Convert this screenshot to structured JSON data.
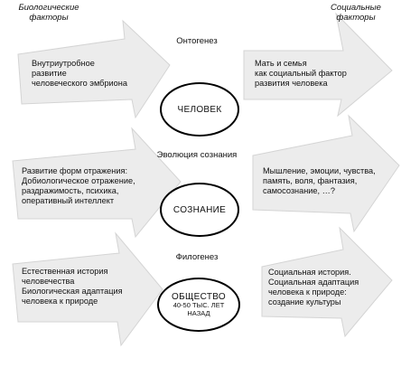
{
  "headers": {
    "biological": "Биологические\nфакторы",
    "social": "Социальные\nфакторы"
  },
  "stages": {
    "ontogenesis": "Онтогенез",
    "consciousness_evolution": "Эволюция сознания",
    "phylogenesis": "Филогенез"
  },
  "nodes": {
    "human": {
      "label": "ЧЕЛОВЕК"
    },
    "consciousness": {
      "label": "СОЗНАНИЕ"
    },
    "society": {
      "label": "ОБЩЕСТВО",
      "sub": "40-50 ТЫС. ЛЕТ\nНАЗАД"
    }
  },
  "factors": {
    "left_top": "Внутриутробное\nразвитие\nчеловеческого эмбриона",
    "right_top": "Мать и семья\nкак социальный фактор\nразвития человека",
    "left_mid": "Развитие форм отражения:\nДобиологическое отражение,\nраздражимость, психика,\nоперативный интеллект",
    "right_mid": "Мышление, эмоции, чувства,\nпамять, воля, фантазия,\nсамосознание, …?",
    "left_bottom": "Естественная история\nчеловечества\nБиологическая адаптация\nчеловека к природе",
    "right_bottom": "Социальная история.\nСоциальная адаптация\nчеловека к природе:\nсоздание культуры"
  },
  "colors": {
    "arrow_fill": "#ececec",
    "arrow_stroke": "#d4d4d4",
    "outline": "#000000"
  }
}
